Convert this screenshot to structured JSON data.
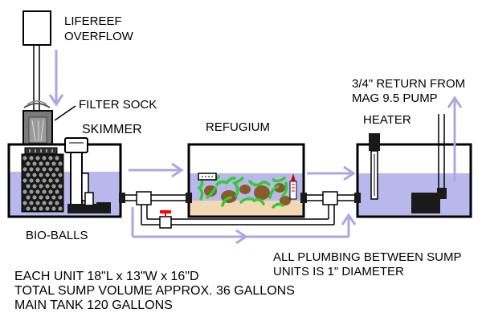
{
  "labels": {
    "overflow_line1": "LIFEREEF",
    "overflow_line2": "OVERFLOW",
    "filter_sock": "FILTER SOCK",
    "skimmer": "SKIMMER",
    "refugium": "REFUGIUM",
    "heater": "HEATER",
    "return_line1": "3/4\" RETURN FROM",
    "return_line2": "MAG 9.5 PUMP",
    "bio_balls": "BIO-BALLS",
    "plumbing_line1": "ALL PLUMBING BETWEEN SUMP",
    "plumbing_line2": "UNITS IS 1\" DIAMETER",
    "spec_line1": "EACH UNIT 18\"L x 13\"W x 16\"D",
    "spec_line2": "TOTAL SUMP VOLUME APPROX. 36 GALLONS",
    "spec_line3": "MAIN TANK 120 GALLONS"
  },
  "colors": {
    "water": "#b8b8ec",
    "arrow": "#a8a8e4",
    "sand": "#f2d8b4",
    "plants": "#33cc33",
    "rock": "#8a5a2a",
    "valve": "#ff0000",
    "outline": "#000000"
  }
}
